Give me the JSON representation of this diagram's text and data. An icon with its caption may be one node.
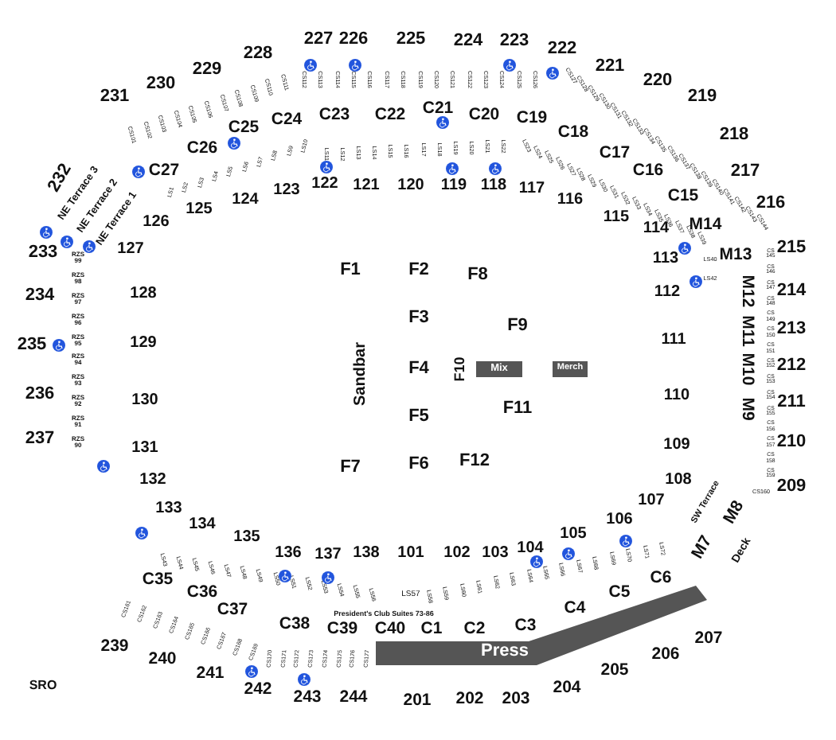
{
  "diagram": {
    "nodes": [
      {
        "text": [
          "Mix"
        ]
      },
      {
        "text": [
          "Merch"
        ]
      },
      {
        "text": [
          "Press"
        ]
      }
    ],
    "labels": [
      "231",
      "230",
      "229",
      "228",
      "227",
      "226",
      "225",
      "224",
      "223",
      "222",
      "221",
      "220",
      "219",
      "218",
      "217",
      "216",
      "215",
      "214",
      "213",
      "212",
      "211",
      "210",
      "209",
      "232",
      "233",
      "234",
      "235",
      "236",
      "237",
      "NE Terrace 3",
      "NE Terrace 2",
      "NE Terrace 1",
      "RZS 99",
      "RZS 98",
      "RZS 97",
      "RZS 96",
      "RZS 95",
      "RZS 94",
      "RZS 93",
      "RZS 92",
      "RZS 91",
      "RZS 90",
      "126",
      "125",
      "124",
      "123",
      "122",
      "121",
      "120",
      "119",
      "118",
      "117",
      "116",
      "115",
      "114",
      "127",
      "113",
      "128",
      "112",
      "129",
      "111",
      "130",
      "110",
      "131",
      "109",
      "132",
      "108",
      "133",
      "134",
      "135",
      "136",
      "137",
      "138",
      "101",
      "102",
      "103",
      "104",
      "105",
      "106",
      "107",
      "C27",
      "C26",
      "C25",
      "C24",
      "C23",
      "C22",
      "C21",
      "C20",
      "C19",
      "C18",
      "C17",
      "C16",
      "C15",
      "M14",
      "M13",
      "M12",
      "M11",
      "M10",
      "M9",
      "SW Terrace",
      "M8",
      "M7",
      "Deck",
      "C35",
      "C36",
      "C37",
      "C38",
      "C39",
      "C40",
      "C1",
      "C2",
      "C3",
      "C4",
      "C5",
      "C6",
      "239",
      "240",
      "241",
      "242",
      "243",
      "244",
      "201",
      "202",
      "203",
      "204",
      "205",
      "206",
      "207",
      "SRO",
      "F1",
      "F2",
      "F8",
      "F3",
      "F9",
      "Sandbar",
      "F4",
      "F10",
      "F5",
      "F11",
      "F7",
      "F6",
      "F12",
      "President's Club Suites 73-86",
      "LS57",
      "CS101",
      "CS102",
      "CS103",
      "CS104",
      "CS105",
      "CS106",
      "CS107",
      "CS108",
      "CS109",
      "CS110",
      "CS111",
      "CS112",
      "CS113",
      "CS114",
      "CS115",
      "CS116",
      "CS117",
      "CS118",
      "CS119",
      "CS120",
      "CS121",
      "CS122",
      "CS123",
      "CS124",
      "CS125",
      "CS126",
      "CS127",
      "CS128",
      "CS129",
      "CS130",
      "CS131",
      "CS132",
      "CS133",
      "CS134",
      "CS135",
      "CS136",
      "CS137",
      "CS138",
      "CS139",
      "CS140",
      "CS141",
      "CS142",
      "CS143",
      "CS144",
      "CS 145",
      "CS 146",
      "CS 147",
      "CS 148",
      "CS 149",
      "CS 150",
      "CS 151",
      "CS 152",
      "CS 153",
      "CS 154",
      "CS 155",
      "CS 156",
      "CS 157",
      "CS 158",
      "CS 159",
      "CS160",
      "CS161",
      "CS162",
      "CS163",
      "CS164",
      "CS165",
      "CS166",
      "CS167",
      "CS168",
      "CS169",
      "CS170",
      "CS171",
      "CS172",
      "CS173",
      "CS174",
      "CS175",
      "CS176",
      "CS177",
      "LS1",
      "LS2",
      "LS3",
      "LS4",
      "LS5",
      "LS6",
      "LS7",
      "LS8",
      "LS9",
      "LS10",
      "LS11",
      "LS12",
      "LS13",
      "LS14",
      "LS15",
      "LS16",
      "LS17",
      "LS18",
      "LS19",
      "LS20",
      "LS21",
      "LS22",
      "LS23",
      "LS24",
      "LS25",
      "LS26",
      "LS27",
      "LS28",
      "LS29",
      "LS30",
      "LS31",
      "LS32",
      "LS33",
      "LS34",
      "LS35",
      "LS36",
      "LS37",
      "LS38",
      "LS39",
      "LS40",
      "LS42",
      "LS43",
      "LS44",
      "LS45",
      "LS46",
      "LS47",
      "LS48",
      "LS49",
      "LS50",
      "LS51",
      "LS52",
      "LS53",
      "LS54",
      "LS55",
      "LS56",
      "LS58",
      "LS59",
      "LS60",
      "LS61",
      "LS62",
      "LS63",
      "LS64",
      "LS65",
      "LS66",
      "LS67",
      "LS68",
      "LS69",
      "LS70",
      "LS71",
      "LS72"
    ]
  }
}
